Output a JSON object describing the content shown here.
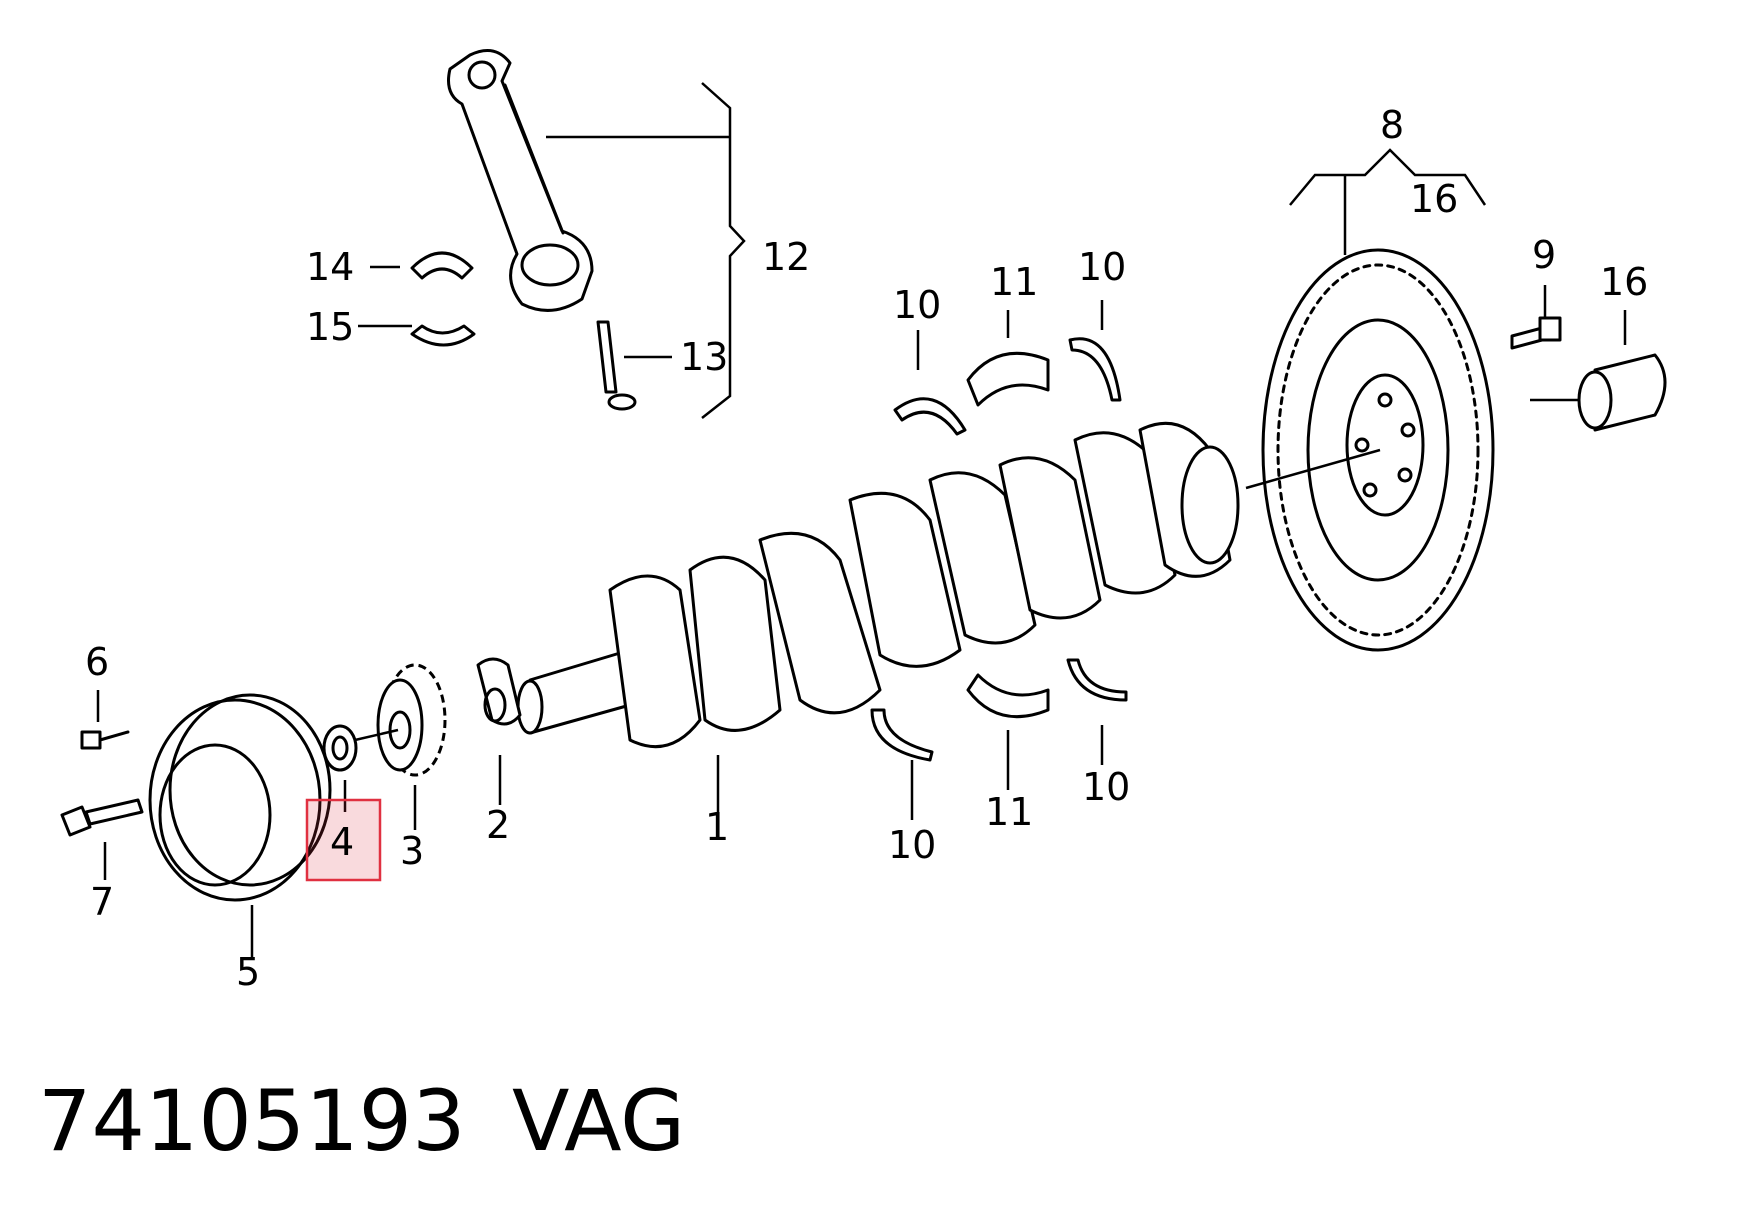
{
  "callouts": {
    "c1": "1",
    "c2": "2",
    "c3": "3",
    "c4": "4",
    "c5": "5",
    "c6": "6",
    "c7": "7",
    "c8": "8",
    "c9": "9",
    "c10a": "10",
    "c10b": "10",
    "c10c": "10",
    "c10d": "10",
    "c11a": "11",
    "c11b": "11",
    "c12": "12",
    "c13": "13",
    "c14": "14",
    "c15": "15",
    "c16a": "16",
    "c16b": "16"
  },
  "highlight": {
    "callout": "4",
    "color": "#e03040"
  },
  "footer": {
    "part_number": "74105193",
    "brand": "VAG"
  }
}
